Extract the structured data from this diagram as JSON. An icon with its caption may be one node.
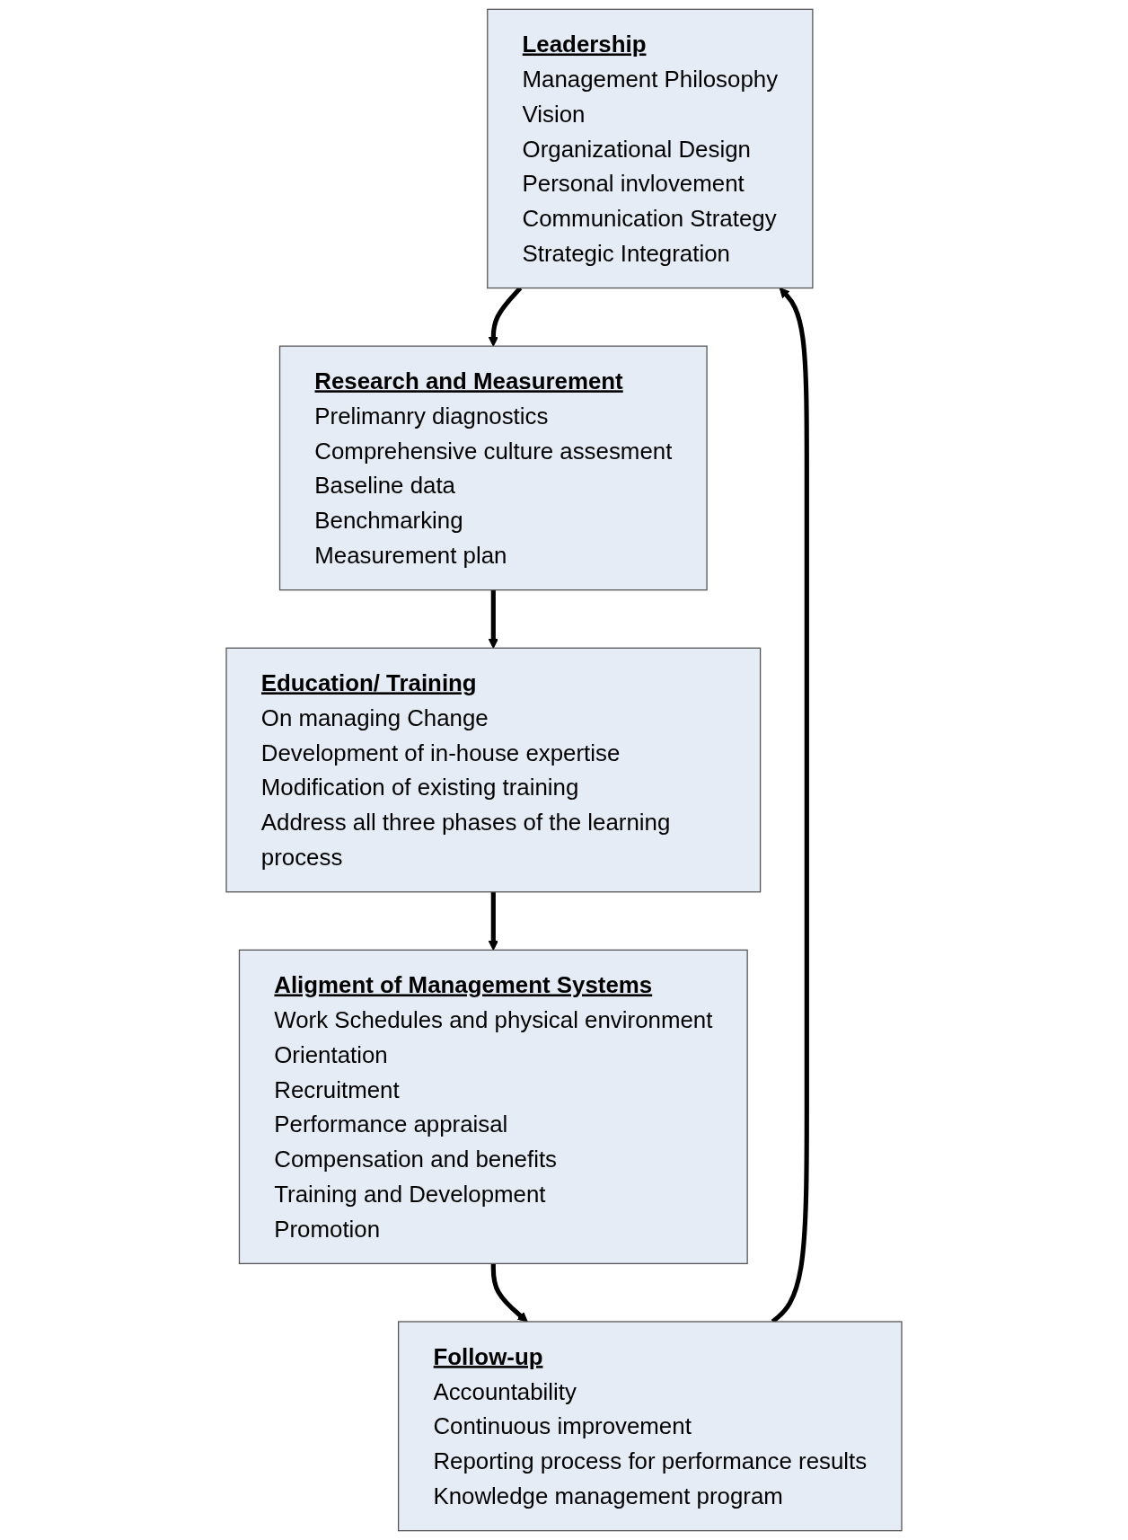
{
  "diagram": {
    "nodes": [
      {
        "text": [
          "Leadership",
          "Management Philosophy",
          "Vision",
          "Organizational Design",
          "Personal invlovement",
          "Communication Strategy",
          "Strategic Integration"
        ]
      },
      {
        "text": [
          "Follow-up",
          "Accountability",
          "Continuous improvement",
          "Reporting process for performance results",
          "Knowledge management program"
        ]
      },
      {
        "text": [
          "Research and Measurement",
          "Prelimanry diagnostics",
          "Comprehensive culture assesment",
          "Baseline data",
          "Benchmarking",
          "Measurement plan"
        ]
      },
      {
        "text": [
          "Aligment of Management Systems",
          "Work Schedules and physical environment",
          "Orientation",
          "Recruitment",
          "Performance appraisal",
          "Compensation and benefits",
          "Training and Development",
          "Promotion"
        ]
      },
      {
        "text": [
          "Education/ Training",
          "On managing Change",
          "Development of in-house expertise",
          "Modification of existing training",
          "Address all three phases of the learning process"
        ]
      }
    ],
    "edges": [
      {
        "from": 0,
        "to": 2,
        "arrow": "to"
      },
      {
        "from": 2,
        "to": 4,
        "arrow": "to"
      },
      {
        "from": 4,
        "to": 3,
        "arrow": "to"
      },
      {
        "from": 3,
        "to": 1,
        "arrow": "to"
      },
      {
        "from": 1,
        "to": 0,
        "arrow": "to"
      }
    ]
  }
}
